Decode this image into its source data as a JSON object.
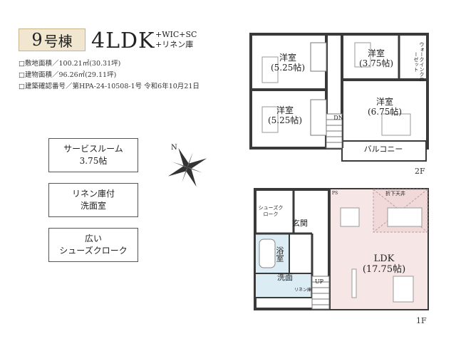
{
  "header": {
    "unit_number": "9",
    "unit_suffix": "号棟",
    "layout": "4LDK",
    "extra_line1": "+WIC+SC",
    "extra_line2": "+リネン庫"
  },
  "specs": [
    "□敷地面積／100.21㎡(30.31坪)",
    "□建物面積／96.26㎡(29.11坪)",
    "□建築確認番号／第HPA-24-10508-1号 令和6年10月21日"
  ],
  "features": [
    {
      "line1": "サービスルーム",
      "line2": "3.75帖"
    },
    {
      "line1": "リネン庫付",
      "line2": "洗面室"
    },
    {
      "line1": "広い",
      "line2": "シューズクローク"
    }
  ],
  "compass": {
    "label": "N"
  },
  "floor2": {
    "label": "2F",
    "rooms": [
      {
        "name": "洋室",
        "size": "(5.25帖)"
      },
      {
        "name": "洋室",
        "size": "(3.75帖)"
      },
      {
        "name": "洋室",
        "size": "(5.25帖)"
      },
      {
        "name": "洋室",
        "size": "(6.75帖)"
      }
    ],
    "walkin": "ウォークインクローゼット",
    "dn": "DN",
    "balcony": "バルコニー"
  },
  "floor1": {
    "label": "1F",
    "ldk_name": "LDK",
    "ldk_size": "(17.75帖)",
    "shoes": "シューズクローク",
    "entrance": "玄関",
    "bath": "浴室",
    "washroom": "洗面",
    "linen": "リネン庫",
    "up": "UP",
    "ceiling": "折下天井",
    "ps": "PS"
  },
  "colors": {
    "wall": "#3a3a3a",
    "room_fill": "#ffffff",
    "ldk_fill": "#f6e6e6",
    "water_fill": "#dcecf4",
    "badge_fill": "#f1e6cf"
  }
}
